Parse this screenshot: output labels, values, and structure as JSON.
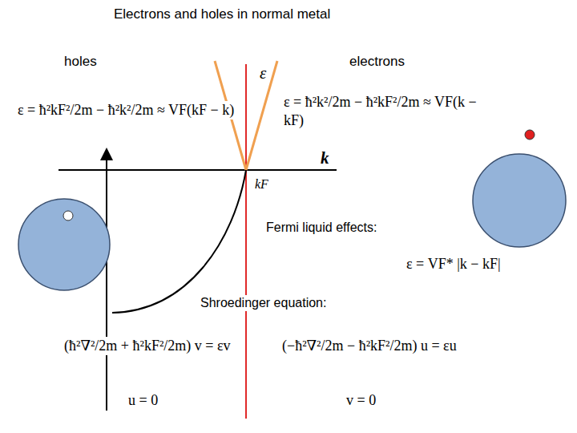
{
  "diagram": {
    "title": "Electrons and holes in normal metal",
    "labels": [
      "holes",
      "electrons",
      "ε",
      "ε = ħ²kF²/2m − ħ²k²/2m ≈ VF(kF − k)",
      "ε = ħ²k²/2m − ħ²kF²/2m ≈ VF(k − kF)",
      "k",
      "kF",
      "Fermi liquid effects:",
      "ε = VF* |k − kF|",
      "Shroedinger equation:",
      "(ħ²∇²/2m + ħ²kF²/2m) v = εv",
      "u = 0",
      "(−ħ²∇²/2m − ħ²kF²/2m) u = εu",
      "v = 0"
    ]
  }
}
